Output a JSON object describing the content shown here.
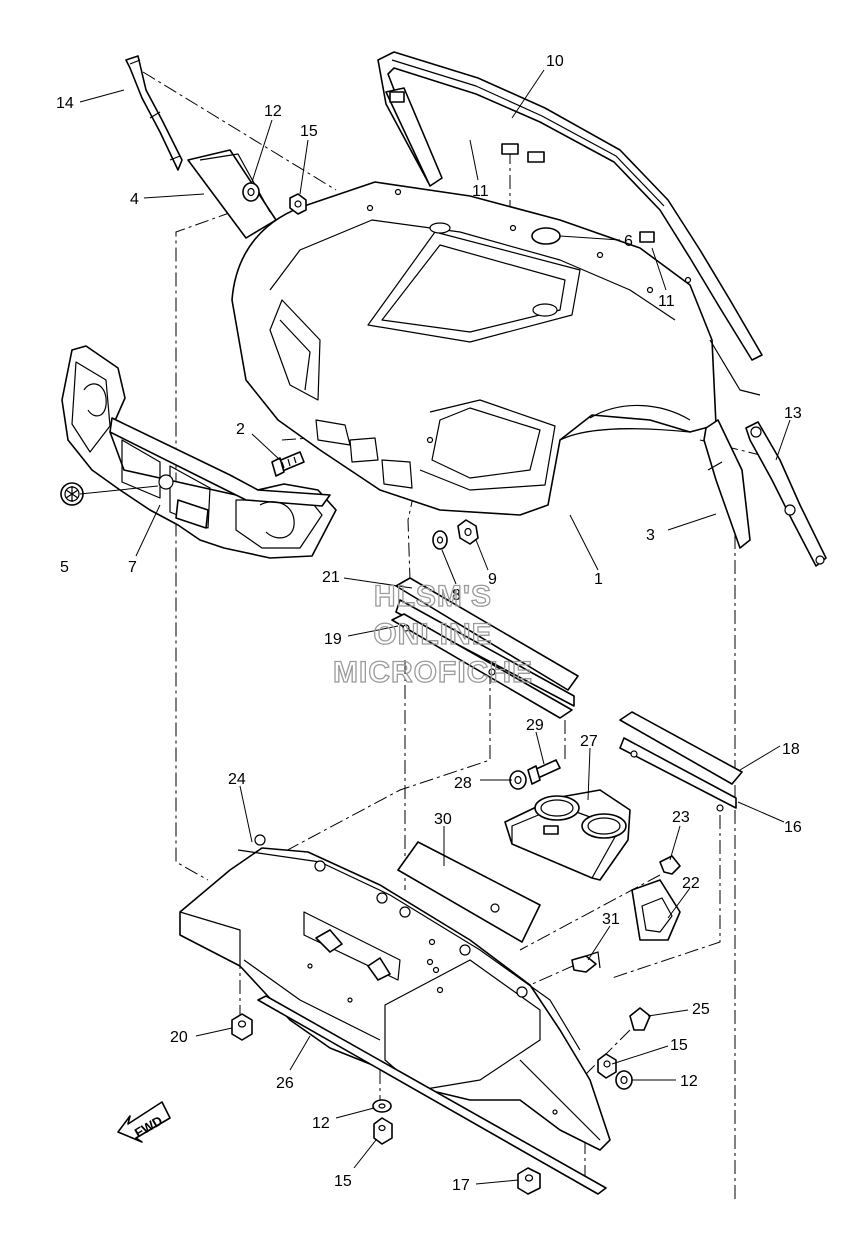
{
  "callouts": [
    {
      "id": "c1",
      "label": "1"
    },
    {
      "id": "c2",
      "label": "2"
    },
    {
      "id": "c3",
      "label": "3"
    },
    {
      "id": "c4",
      "label": "4"
    },
    {
      "id": "c5",
      "label": "5"
    },
    {
      "id": "c6",
      "label": "6"
    },
    {
      "id": "c7",
      "label": "7"
    },
    {
      "id": "c8",
      "label": "8"
    },
    {
      "id": "c9",
      "label": "9"
    },
    {
      "id": "c10",
      "label": "10"
    },
    {
      "id": "c11a",
      "label": "11"
    },
    {
      "id": "c11b",
      "label": "11"
    },
    {
      "id": "c12a",
      "label": "12"
    },
    {
      "id": "c12b",
      "label": "12"
    },
    {
      "id": "c12c",
      "label": "12"
    },
    {
      "id": "c13",
      "label": "13"
    },
    {
      "id": "c14",
      "label": "14"
    },
    {
      "id": "c15a",
      "label": "15"
    },
    {
      "id": "c15b",
      "label": "15"
    },
    {
      "id": "c15c",
      "label": "15"
    },
    {
      "id": "c16",
      "label": "16"
    },
    {
      "id": "c17",
      "label": "17"
    },
    {
      "id": "c18",
      "label": "18"
    },
    {
      "id": "c19",
      "label": "19"
    },
    {
      "id": "c20",
      "label": "20"
    },
    {
      "id": "c21",
      "label": "21"
    },
    {
      "id": "c22",
      "label": "22"
    },
    {
      "id": "c23",
      "label": "23"
    },
    {
      "id": "c24",
      "label": "24"
    },
    {
      "id": "c25",
      "label": "25"
    },
    {
      "id": "c26",
      "label": "26"
    },
    {
      "id": "c27",
      "label": "27"
    },
    {
      "id": "c28",
      "label": "28"
    },
    {
      "id": "c29",
      "label": "29"
    },
    {
      "id": "c30",
      "label": "30"
    },
    {
      "id": "c31",
      "label": "31"
    }
  ],
  "watermark": {
    "line1": "HLSM'S",
    "line2": "ONLINE",
    "line3": "MICROFICHE"
  },
  "fwd_label": "FWD"
}
